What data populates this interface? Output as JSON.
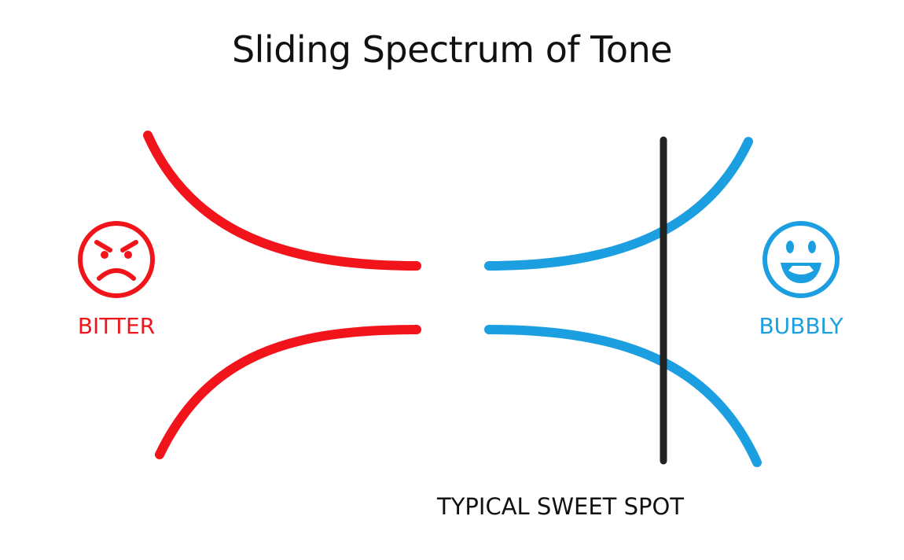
{
  "title": "Sliding Spectrum of Tone",
  "left_end": {
    "label": "BITTER",
    "icon": "angry-face-icon",
    "color": "#f2141b"
  },
  "right_end": {
    "label": "BUBBLY",
    "icon": "laughing-face-icon",
    "color": "#1c9fe0"
  },
  "marker": {
    "label": "TYPICAL SWEET SPOT",
    "color": "#222222"
  }
}
